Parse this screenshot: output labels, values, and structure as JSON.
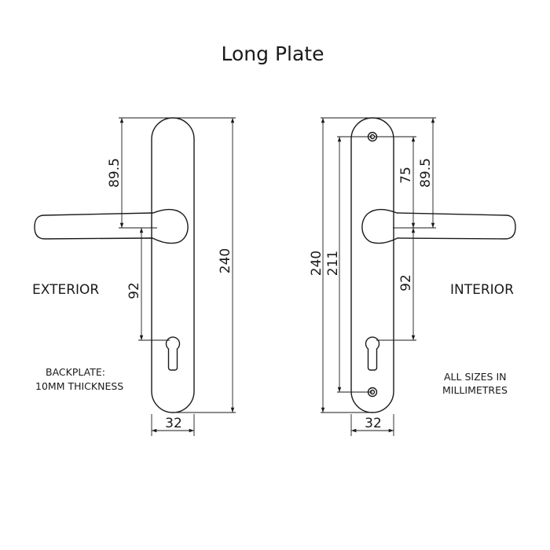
{
  "title": "Long Plate",
  "exterior": {
    "label": "EXTERIOR",
    "dim_upper": "89.5",
    "dim_lower": "92",
    "dim_height": "240",
    "dim_width": "32",
    "note_line1": "BACKPLATE:",
    "note_line2": "10MM THICKNESS"
  },
  "interior": {
    "label": "INTERIOR",
    "dim_screw_to_handle": "75",
    "dim_top_to_handle": "89.5",
    "dim_lower": "92",
    "dim_screw_centres": "211",
    "dim_height": "240",
    "dim_width": "32",
    "note_line1": "ALL SIZES IN",
    "note_line2": "MILLIMETRES"
  }
}
